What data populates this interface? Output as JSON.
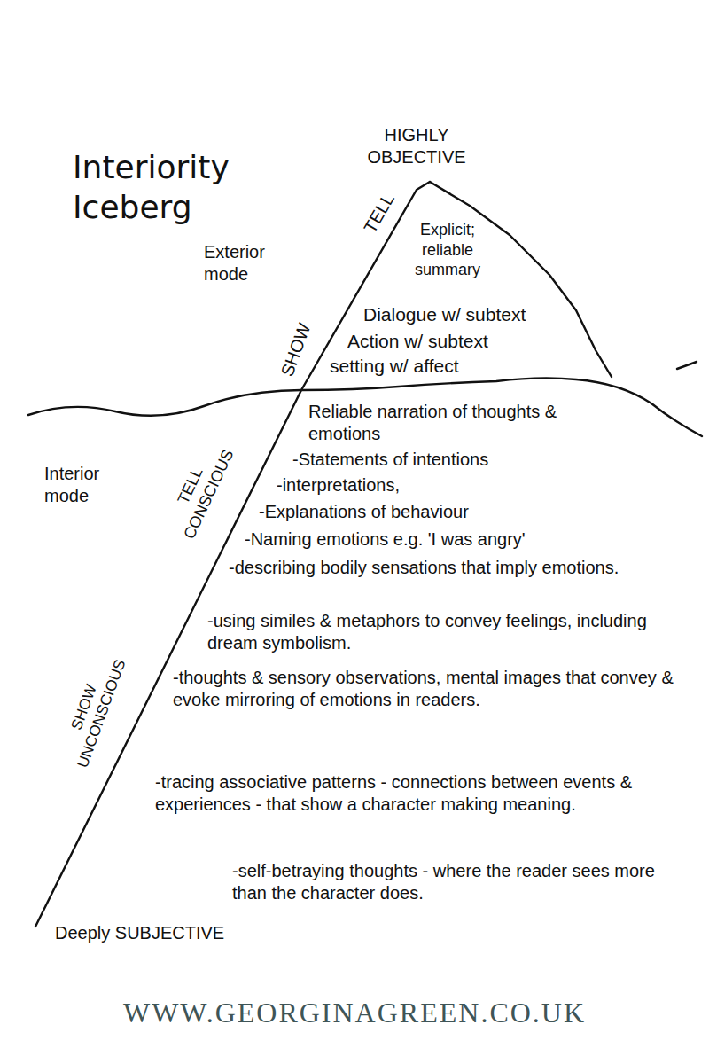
{
  "diagram": {
    "title": "Interiority Iceberg",
    "labels": [
      "HIGHLY OBJECTIVE",
      "Exterior mode",
      "TELL",
      "Explicit; reliable summary",
      "SHOW",
      "Dialogue w/ subtext",
      "Action w/ subtext",
      "setting w/ affect",
      "Interior mode",
      "TELL CONSCIOUS",
      "Reliable narration of thoughts & emotions",
      "-Statements of intentions",
      "-interpretations,",
      "-Explanations of behaviour",
      "-Naming emotions e.g. 'I was angry'",
      "-describing bodily sensations that imply emotions.",
      "-using similes & metaphors to convey feelings, including dream symbolism.",
      "-thoughts & sensory observations, mental images that convey & evoke mirroring of emotions in readers.",
      "-tracing associative patterns - connections between events & experiences - that show a character making meaning.",
      "-self-betraying thoughts - where the reader sees more than the character does.",
      "SHOW UNCONSCIOUS",
      "Deeply SUBJECTIVE",
      "WWW.GEORGINAGREEN.CO.UK"
    ]
  }
}
